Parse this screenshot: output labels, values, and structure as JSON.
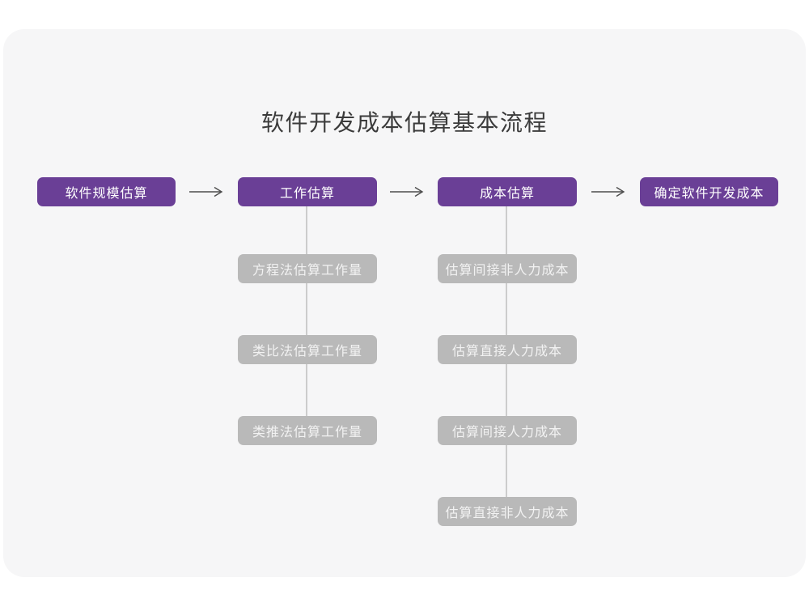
{
  "title": "软件开发成本估算基本流程",
  "colors": {
    "page_bg": "#ffffff",
    "card_bg": "#f6f6f7",
    "stage_bg": "#6a3f96",
    "stage_text": "#ffffff",
    "substep_bg": "#b9b9b9",
    "substep_text": "#f2f2f2",
    "connector": "#cccccc",
    "arrow": "#4d4d4d",
    "title_color": "#3b3b3b"
  },
  "flow": {
    "stages": [
      "软件规模估算",
      "工作估算",
      "成本估算",
      "确定软件开发成本"
    ],
    "effort_methods": [
      "方程法估算工作量",
      "类比法估算工作量",
      "类推法估算工作量"
    ],
    "cost_components": [
      "估算间接非人力成本",
      "估算直接人力成本",
      "估算间接人力成本",
      "估算直接非人力成本"
    ]
  }
}
